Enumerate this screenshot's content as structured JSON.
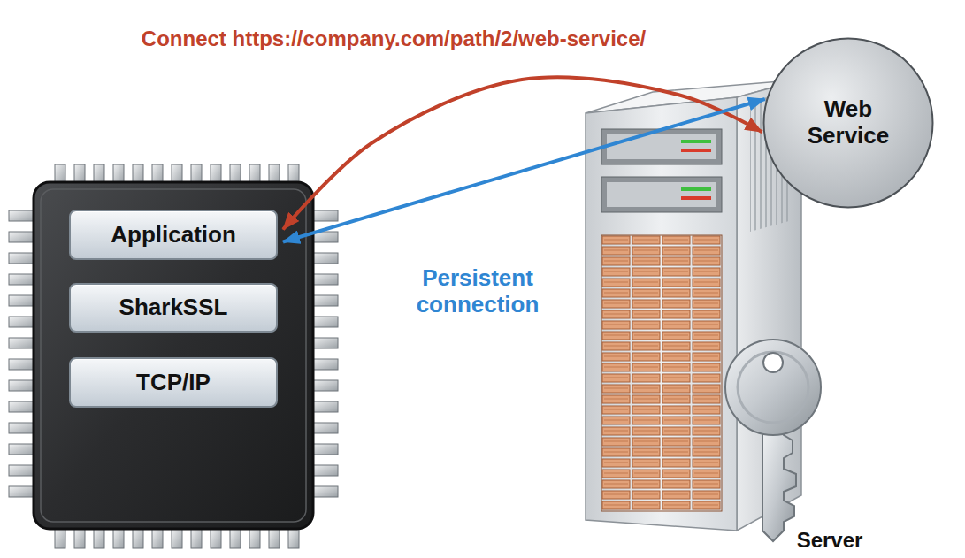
{
  "diagram": {
    "nodes": [
      {
        "text": [
          "Application"
        ]
      },
      {
        "text": [
          "SharkSSL"
        ]
      },
      {
        "text": [
          "TCP/IP"
        ]
      },
      {
        "text": [
          "Web Service"
        ]
      }
    ],
    "edges": [
      {
        "from": 0,
        "to": 3,
        "arrow": "both",
        "label": "Connect https://company.com/path/2/web-service/"
      },
      {
        "from": 0,
        "to": 3,
        "arrow": "both",
        "label": "Persistent connection"
      }
    ],
    "labels": [
      "Server"
    ]
  }
}
